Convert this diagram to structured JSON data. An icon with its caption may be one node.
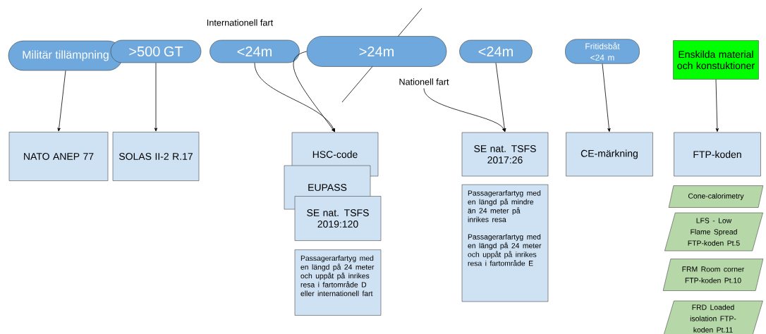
{
  "diagram": {
    "nodes": [
      {
        "text": [
          "Militär tillämpning"
        ]
      },
      {
        "text": [
          ">500 GT"
        ]
      },
      {
        "text": [
          "<24m"
        ]
      },
      {
        "text": [
          ">24m"
        ]
      },
      {
        "text": [
          "<24m"
        ]
      },
      {
        "text": [
          "Fritidsbåt <24 m"
        ]
      },
      {
        "text": [
          "Enskilda material och konstuktioner"
        ]
      },
      {
        "text": [
          "NATO ANEP 77"
        ]
      },
      {
        "text": [
          "SOLAS II-2 R.17"
        ]
      },
      {
        "text": [
          "HSC-code"
        ]
      },
      {
        "text": [
          "EUPASS"
        ]
      },
      {
        "text": [
          "SE nat. TSFS 2019:120"
        ]
      },
      {
        "text": [
          "Passagerarfartyg med en längd på 24 meter och uppåt på inrikes resa i fartområde D eller internationell fart"
        ]
      },
      {
        "text": [
          "SE nat. TSFS 2017:26"
        ]
      },
      {
        "text": [
          "Passagerarfartyg med en längd på mindre än 24 meter på inrikes resa",
          "Passagerarfartyg med en längd på 24 meter och uppåt på inrikes resa i fartområde E"
        ]
      },
      {
        "text": [
          "CE-märkning"
        ]
      },
      {
        "text": [
          "FTP-koden"
        ]
      },
      {
        "text": [
          "Cone-calorimetry"
        ]
      },
      {
        "text": [
          "LFS - Low Flame Spread FTP-koden Pt.5"
        ]
      },
      {
        "text": [
          "FRM Room corner FTP-koden Pt.10"
        ]
      },
      {
        "text": [
          "FRD Loaded isolation FTP-koden Pt.11"
        ]
      },
      {
        "text": [
          "Nationell fart"
        ]
      }
    ],
    "edges": [
      {
        "from": 0,
        "to": 7,
        "arrow": "to"
      },
      {
        "from": 1,
        "to": 8,
        "arrow": "to"
      },
      {
        "from": 2,
        "to": 9,
        "arrow": "to"
      },
      {
        "from": 3,
        "to": 9,
        "arrow": "to"
      },
      {
        "from": 4,
        "to": 13,
        "arrow": "to"
      },
      {
        "from": 21,
        "to": 13,
        "arrow": "to"
      },
      {
        "from": 5,
        "to": 15,
        "arrow": "to"
      },
      {
        "from": 6,
        "to": 16,
        "arrow": "to"
      }
    ],
    "labels": [
      "Internationell fart"
    ]
  }
}
